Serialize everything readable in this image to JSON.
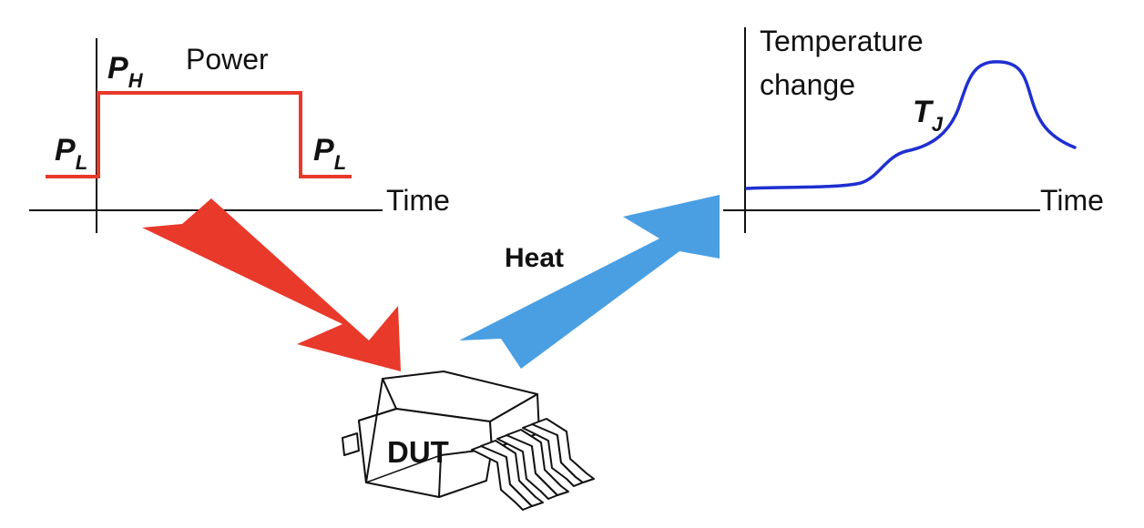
{
  "power_graph": {
    "title": "Power",
    "x_axis_label": "Time",
    "high_level": {
      "symbol": "P",
      "subscript": "H"
    },
    "low_level_left": {
      "symbol": "P",
      "subscript": "L"
    },
    "low_level_right": {
      "symbol": "P",
      "subscript": "L"
    },
    "line_color": "#e8392b"
  },
  "temperature_graph": {
    "title_line1": "Temperature",
    "title_line2": "change",
    "x_axis_label": "Time",
    "curve_label": {
      "symbol": "T",
      "subscript": "J"
    },
    "line_color": "#1f2fd0"
  },
  "arrows": {
    "power_arrow_color": "#e8392b",
    "heat_arrow_color": "#4a9fe3",
    "heat_label": "Heat",
    "heat_label_color": "#3a7fc8"
  },
  "device": {
    "label": "DUT"
  }
}
